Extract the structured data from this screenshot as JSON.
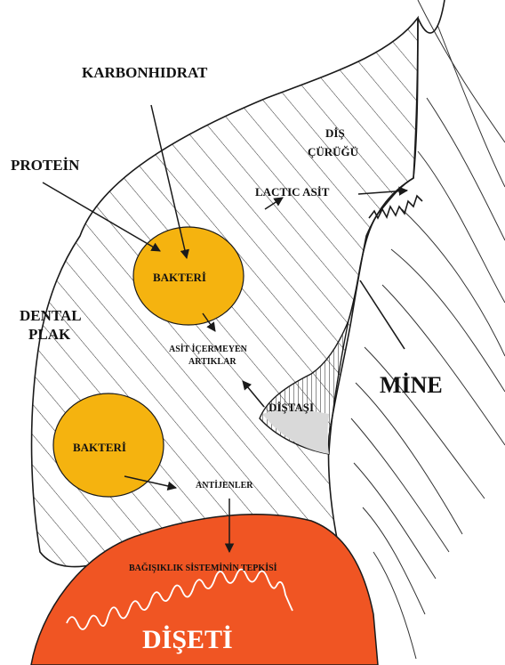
{
  "labels": {
    "karbonhidrat": "KARBONHIDRAT",
    "protein": "PROTEİN",
    "dis_curugu_line1": "DİŞ",
    "dis_curugu_line2": "ÇÜRÜĞÜ",
    "lactic_asit": "LACTIC ASİT",
    "bakteri_top": "BAKTERİ",
    "dental_plak_line1": "DENTAL",
    "dental_plak_line2": "PLAK",
    "asit_icermeyen_line1": "ASİT İÇERMEYEN",
    "asit_icermeyen_line2": "ARTIKLAR",
    "mine": "MİNE",
    "distasi": "DİŞTAŞI",
    "bakteri_bottom": "BAKTERİ",
    "antijenler": "ANTİJENLER",
    "bagisiklik": "BAĞIŞIKLIK SİSTEMİNİN TEPKİSİ",
    "diseti": "DİŞETİ"
  },
  "colors": {
    "bacteria": "#f5b30f",
    "gum": "#f05523",
    "tartar": "#d9d9d9",
    "ink": "#1a1a1a"
  }
}
